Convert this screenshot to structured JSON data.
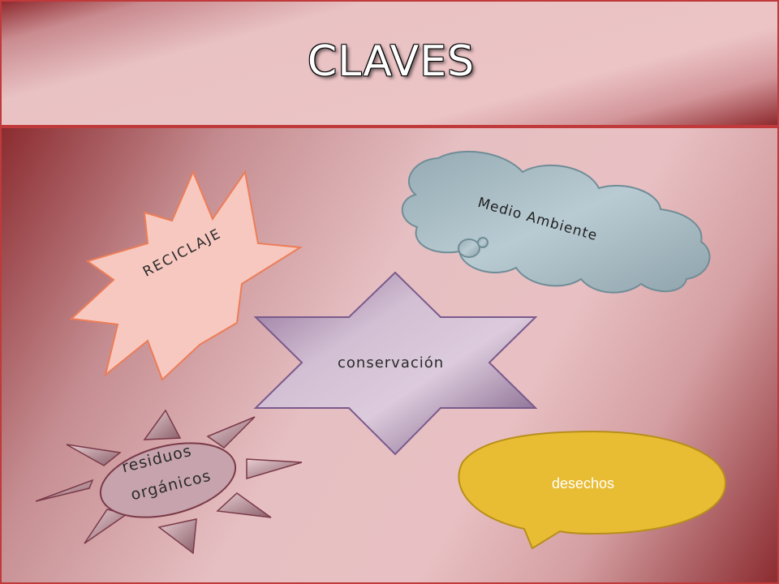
{
  "slide": {
    "title": "CLAVES"
  },
  "shapes": {
    "reciclaje": "RECICLAJE",
    "medio_ambiente": "Medio Ambiente",
    "conservacion": "conservación",
    "residuos_line1": "residuos",
    "residuos_line2": "orgánicos",
    "desechos": "desechos"
  },
  "colors": {
    "accent_border": "#c0393b",
    "explosion_fill": "#f7c8c0",
    "cloud_fill": "#a9bcc4",
    "star_fill": "#d8c6d8",
    "sun_fill": "#c7a3ad",
    "callout_fill": "#e8bc33"
  }
}
